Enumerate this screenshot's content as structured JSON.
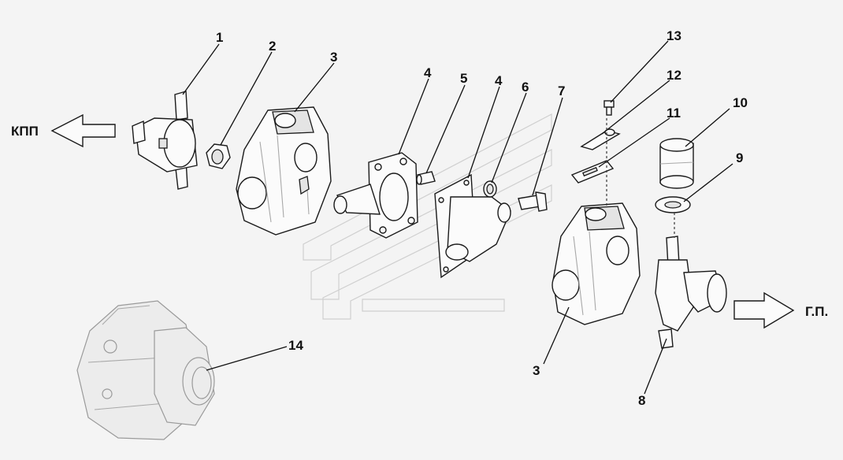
{
  "directions": {
    "left": "КПП",
    "right": "Г.П."
  },
  "callouts": [
    {
      "id": "c1",
      "text": "1"
    },
    {
      "id": "c2",
      "text": "2"
    },
    {
      "id": "c3a",
      "text": "3"
    },
    {
      "id": "c4a",
      "text": "4"
    },
    {
      "id": "c5",
      "text": "5"
    },
    {
      "id": "c4b",
      "text": "4"
    },
    {
      "id": "c6",
      "text": "6"
    },
    {
      "id": "c7",
      "text": "7"
    },
    {
      "id": "c13",
      "text": "13"
    },
    {
      "id": "c12",
      "text": "12"
    },
    {
      "id": "c11",
      "text": "11"
    },
    {
      "id": "c10",
      "text": "10"
    },
    {
      "id": "c9",
      "text": "9"
    },
    {
      "id": "c3b",
      "text": "3"
    },
    {
      "id": "c8",
      "text": "8"
    },
    {
      "id": "c14",
      "text": "14"
    }
  ]
}
